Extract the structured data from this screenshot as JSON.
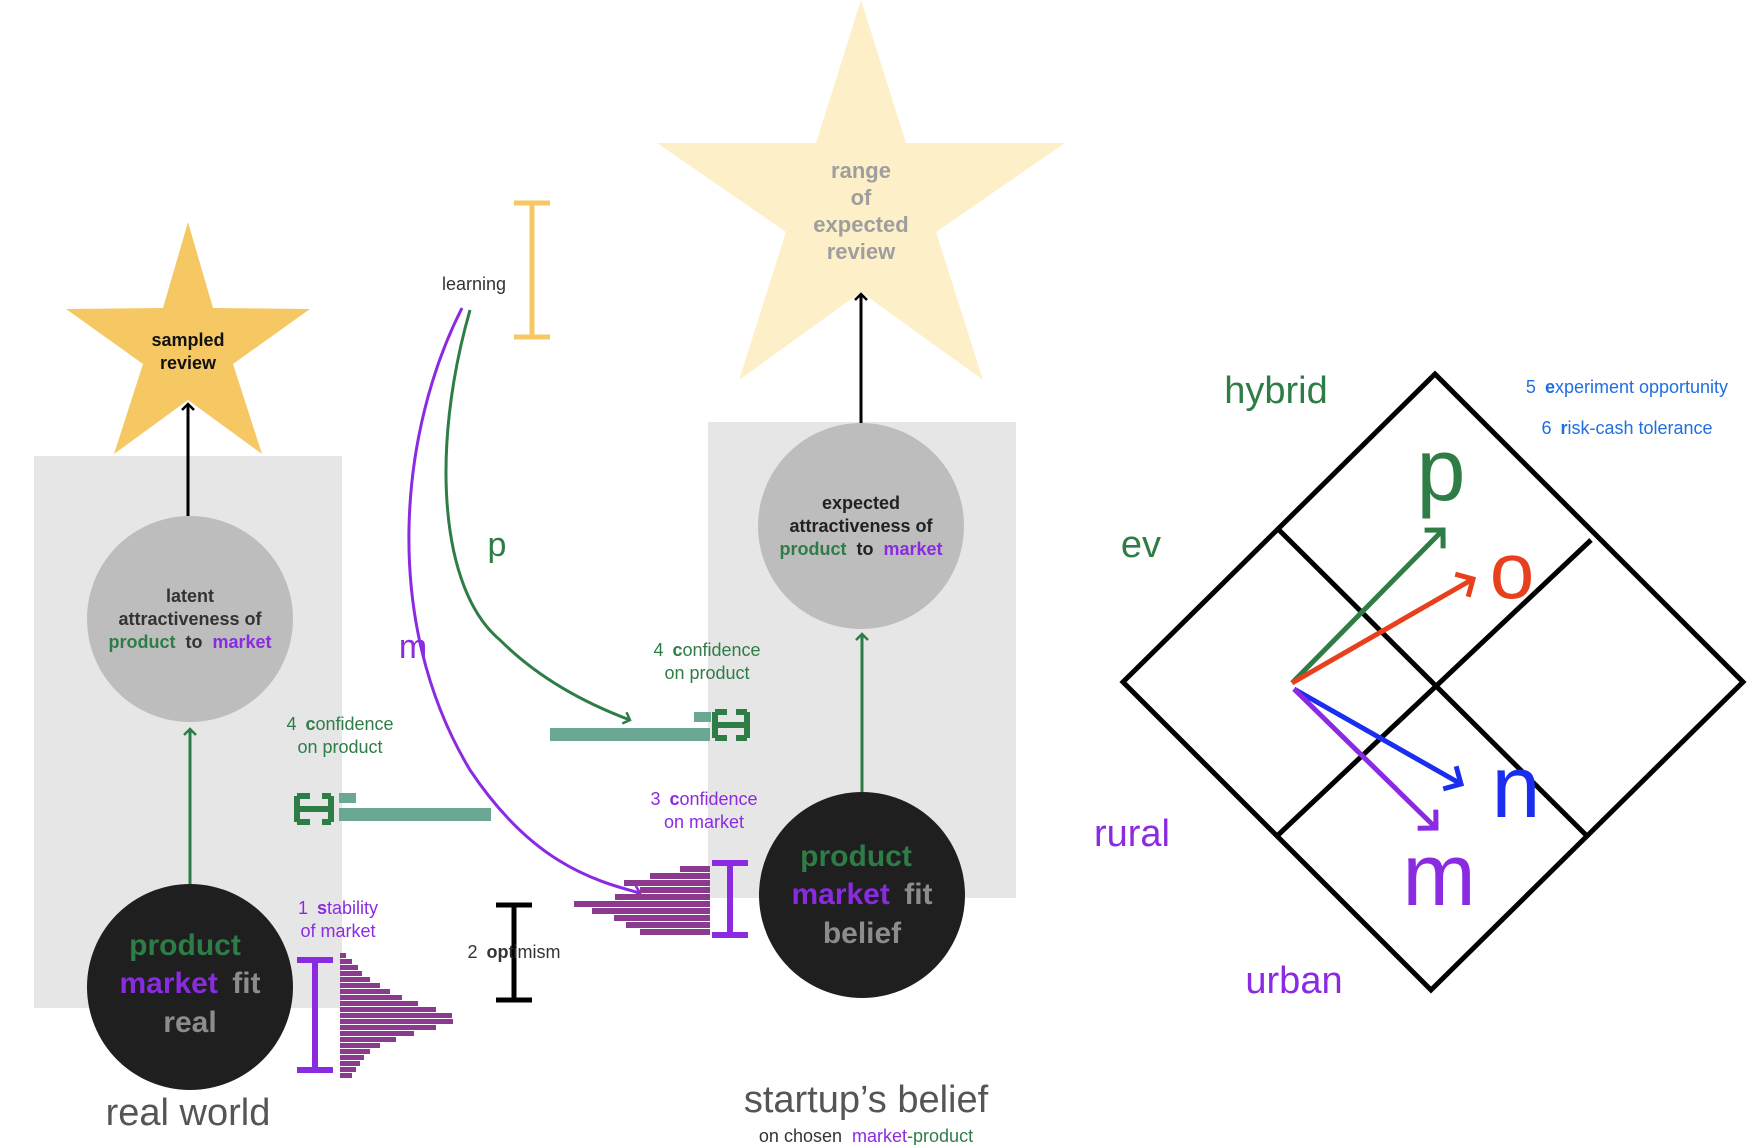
{
  "colors": {
    "green": "#2e7d46",
    "purple": "#8a2be2",
    "gray_text": "#8c8c8c",
    "panel": "#e6e6e6",
    "star_real": "#f6c863",
    "star_belief": "#fdefc8",
    "bar_purple": "#8b3a8f",
    "bar_teal": "#6aa895",
    "learning_bar": "#f6c863",
    "vec_p": "#2e7d46",
    "vec_o": "#e8401c",
    "vec_n": "#1a2ef0",
    "vec_m": "#8a2be2",
    "legend_blue": "#1f6fe0"
  },
  "real_world": {
    "star_label_1": "sampled",
    "star_label_2": "review",
    "latent_1": "latent",
    "latent_2": "attractiveness of",
    "latent_product": "product",
    "latent_to": "to",
    "latent_market": "market",
    "fit_product": "product",
    "fit_market": "market",
    "fit_fit": "fit",
    "fit_real": "real",
    "caption": "real world",
    "stability_num": "1",
    "stability_bold": "s",
    "stability_rest": "tability",
    "stability_line2": "of market",
    "confidence_num": "4",
    "confidence_bold": "c",
    "confidence_rest": "onfidence",
    "confidence_line2": "on product"
  },
  "middle": {
    "learning": "learning",
    "p_label": "p",
    "m_label": "m",
    "optimism_num": "2",
    "optimism_bold": "op",
    "optimism_rest": "timism"
  },
  "belief": {
    "star_1": "range",
    "star_2": "of",
    "star_3": "expected",
    "star_4": "review",
    "expected_1": "expected",
    "expected_2": "attractiveness of",
    "expected_product": "product",
    "expected_to": "to",
    "expected_market": "market",
    "fit_product": "product",
    "fit_market": "market",
    "fit_fit": "fit",
    "fit_belief": "belief",
    "caption": "startup’s belief",
    "sub_prefix": "on chosen",
    "sub_market": "market",
    "sub_product": "-product",
    "conf_product_num": "4",
    "conf_product_bold": "c",
    "conf_product_rest": "onfidence",
    "conf_product_line2": "on product",
    "conf_market_num": "3",
    "conf_market_bold": "c",
    "conf_market_rest": "onfidence",
    "conf_market_line2": "on market"
  },
  "grid": {
    "hybrid": "hybrid",
    "ev": "ev",
    "rural": "rural",
    "urban": "urban",
    "p": "p",
    "o": "o",
    "n": "n",
    "m": "m",
    "legend_5_num": "5",
    "legend_5_bold": "e",
    "legend_5_rest": "xperiment opportunity",
    "legend_6_num": "6",
    "legend_6_bold": "r",
    "legend_6_rest": "isk-cash tolerance"
  }
}
